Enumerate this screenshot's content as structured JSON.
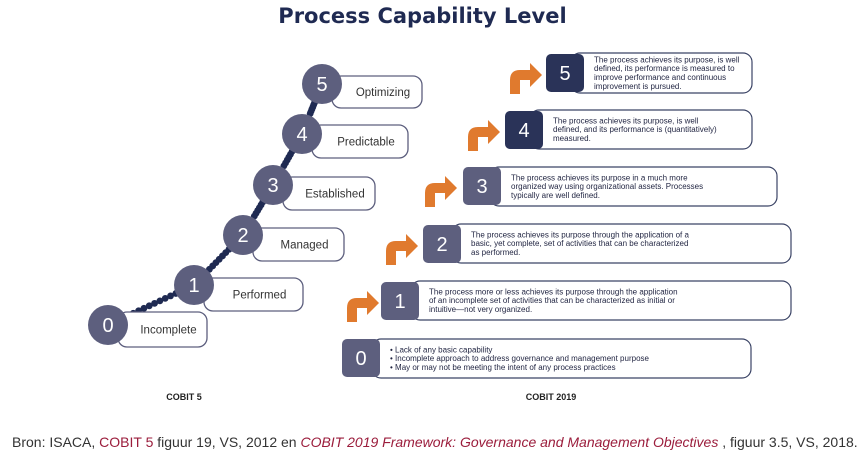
{
  "title": "Process Capability Level",
  "cobit5": {
    "label": "COBIT 5",
    "levels": [
      {
        "number": "0",
        "name": "Incomplete"
      },
      {
        "number": "1",
        "name": "Performed"
      },
      {
        "number": "2",
        "name": "Managed"
      },
      {
        "number": "3",
        "name": "Established"
      },
      {
        "number": "4",
        "name": "Predictable"
      },
      {
        "number": "5",
        "name": "Optimizing"
      }
    ]
  },
  "cobit2019": {
    "label": "COBIT 2019",
    "levels": [
      {
        "number": "0",
        "lines": [
          "• Lack of any basic capability",
          "• Incomplete approach to address governance and management purpose",
          "• May or may not be meeting the intent of any process practices"
        ]
      },
      {
        "number": "1",
        "lines": [
          "The process more or less achieves its purpose through the application",
          "of an incomplete set of activities that can be characterized as initial or",
          "intuitive—not very organized."
        ]
      },
      {
        "number": "2",
        "lines": [
          "The process achieves its purpose through the application of a",
          "basic, yet complete, set of activities that can be characterized",
          "as performed."
        ]
      },
      {
        "number": "3",
        "lines": [
          "The process achieves its purpose in a much more",
          "organized way using organizational assets. Processes",
          "typically are well defined."
        ]
      },
      {
        "number": "4",
        "lines": [
          "The process achieves its purpose, is well",
          "defined, and its performance is (quantitatively)",
          "measured."
        ]
      },
      {
        "number": "5",
        "lines": [
          "The process achieves its purpose, is well",
          "defined, its performance is measured to",
          "improve performance and continuous",
          "improvement is pursued."
        ]
      }
    ]
  },
  "source": {
    "prefix": "Bron: ISACA, ",
    "link1": "COBIT 5",
    "middle": " figuur 19, VS, 2012 en ",
    "link2": "COBIT 2019 Framework: Governance and Management Objectives",
    "suffix": " , figuur 3.5, VS, 2018."
  },
  "colors": {
    "title": "#1f2a52",
    "circle": "#5d5f7e",
    "dark_box": "#2a3358",
    "dot": "#1f2a52",
    "arrow": "#e07a2e",
    "source_link": "#9b1d3c"
  }
}
